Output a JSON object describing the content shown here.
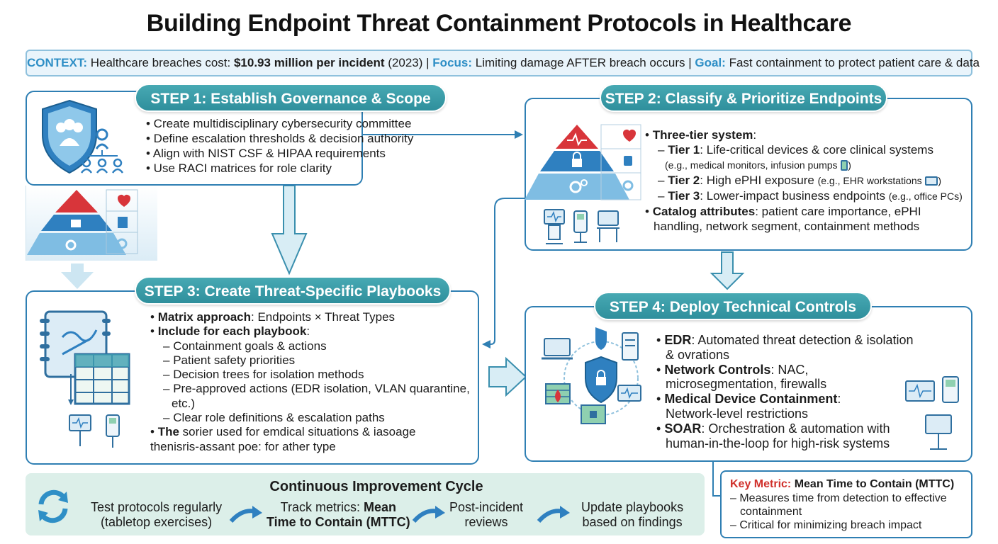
{
  "title": "Building Endpoint Threat Containment Protocols in Healthcare",
  "context": {
    "context_label": "CONTEXT:",
    "context_text": "Healthcare breaches cost:",
    "cost": "$10.93 million per incident",
    "year": "(2023) |",
    "focus_label": "Focus:",
    "focus_text": "Limiting damage AFTER breach occurs |",
    "goal_label": "Goal:",
    "goal_text": "Fast containment to protect patient care & data"
  },
  "step1": {
    "title": "STEP 1: Establish Governance & Scope",
    "bullets": [
      "• Create multidisciplinary cybersecurity committee",
      "• Define escalation thresholds & decision authority",
      "• Align with NIST CSF & HIPAA requirements",
      "• Use RACI matrices for role clarity"
    ]
  },
  "step2": {
    "title": "STEP 2: Classify & Prioritize Endpoints",
    "heading": "Three-tier system",
    "tier1_label": "Tier 1",
    "tier1_text": ": Life-critical devices & core clinical systems",
    "tier1_example": "(e.g., medical monitors, infusion pumps",
    "tier2_label": "Tier 2",
    "tier2_text": ": High ePHI exposure",
    "tier2_example": "(e.g., EHR workstations",
    "tier3_label": "Tier 3",
    "tier3_text": ": Lower-impact business endpoints",
    "tier3_example": "(e.g., office PCs)",
    "catalog_label": "Catalog attributes",
    "catalog_text": ": patient care importance, ePHI",
    "catalog_text2": "handling, network segment, containment methods"
  },
  "step3": {
    "title": "STEP 3: Create Threat-Specific Playbooks",
    "matrix_label": "Matrix approach",
    "matrix_text": ": Endpoints × Threat Types",
    "include_label": "Include for each playbook",
    "sub": [
      "Containment goals & actions",
      "Patient safety priorities",
      "Decision trees for isolation methods",
      "Pre-approved actions (EDR isolation, VLAN quarantine,",
      "etc.)",
      "Clear role definitions & escalation paths"
    ],
    "last_label": "The",
    "last_text": " sorier used for emdical situations & iasoage",
    "last_text2": "thenisris-assant poe: for ather type"
  },
  "step4": {
    "title": "STEP 4: Deploy Technical Controls",
    "edr_label": "EDR",
    "edr_text": ": Automated threat detection & isolation",
    "edr_text2": "& ovrations",
    "net_label": "Network Controls",
    "net_text": ": NAC,",
    "net_text2": "microsegmentation, firewalls",
    "med_label": "Medical Device Containment",
    "med_text": ":",
    "med_text2": "Network-level restrictions",
    "soar_label": "SOAR",
    "soar_text": ": Orchestration & automation with",
    "soar_text2": "human-in-the-loop for high-risk systems"
  },
  "cycle": {
    "title": "Continuous Improvement Cycle",
    "s1a": "Test protocols regularly",
    "s1b": "(tabletop exercises)",
    "s2a": "Track metrics: ",
    "s2a_bold": "Mean",
    "s2b": "Time to Contain (MTTC)",
    "s3a": "Post-incident",
    "s3b": "reviews",
    "s4a": "Update playbooks",
    "s4b": "based on findings"
  },
  "metric": {
    "label": "Key Metric:",
    "title": "Mean Time to Contain (MTTC)",
    "item1a": "– Measures time from detection to effective",
    "item1b": "containment",
    "item2": "– Critical for minimizing breach impact"
  },
  "colors": {
    "accent": "#2f7fb3",
    "pill": "#3a9ba6",
    "context_label": "#2f8fc6",
    "metric_label": "#d0302b",
    "tier_red": "#d8353a",
    "tier_blue": "#2f80c0",
    "tier_light": "#7fbde3"
  }
}
